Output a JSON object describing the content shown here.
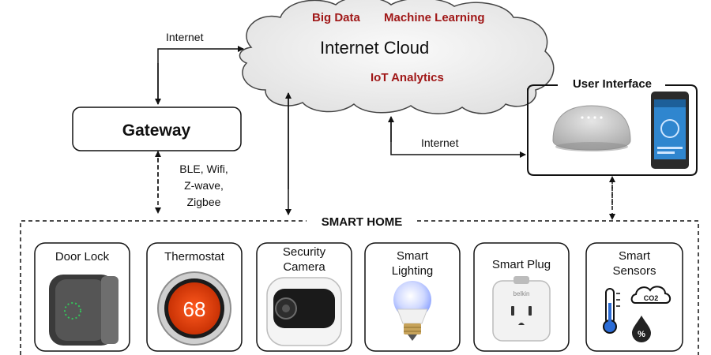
{
  "cloud": {
    "title": "Internet Cloud",
    "tags": [
      "Big Data",
      "Machine Learning",
      "IoT Analytics"
    ],
    "tag_color": "#a01818"
  },
  "links": {
    "gateway_to_cloud": "Internet",
    "ui_to_cloud": "Internet"
  },
  "gateway": {
    "title": "Gateway",
    "protocols": [
      "BLE, Wifi,",
      "Z-wave,",
      "Zigbee"
    ]
  },
  "user_interface": {
    "title": "User Interface",
    "devices": [
      "smart-speaker",
      "smartphone"
    ]
  },
  "smart_home": {
    "title": "SMART HOME",
    "devices": [
      {
        "lines": [
          "Door Lock"
        ],
        "icon": "door-lock-icon"
      },
      {
        "lines": [
          "Thermostat"
        ],
        "icon": "thermostat-icon",
        "reading": "68"
      },
      {
        "lines": [
          "Security",
          "Camera"
        ],
        "icon": "camera-icon"
      },
      {
        "lines": [
          "Smart",
          "Lighting"
        ],
        "icon": "bulb-icon"
      },
      {
        "lines": [
          "Smart Plug"
        ],
        "icon": "plug-icon",
        "brand": "belkin"
      },
      {
        "lines": [
          "Smart",
          "Sensors"
        ],
        "icon": "sensors-icon",
        "sensor_labels": [
          "CO2",
          "%"
        ]
      }
    ]
  }
}
